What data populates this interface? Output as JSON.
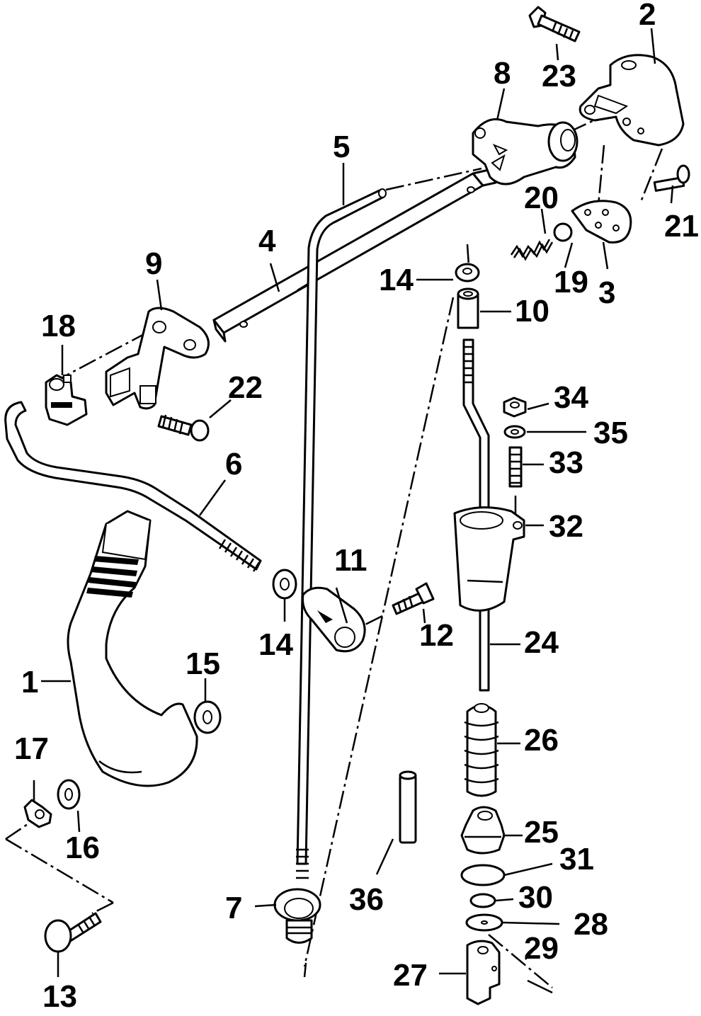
{
  "callouts": {
    "c1": "1",
    "c2": "2",
    "c3": "3",
    "c4": "4",
    "c5": "5",
    "c6": "6",
    "c7": "7",
    "c8": "8",
    "c9": "9",
    "c10": "10",
    "c11": "11",
    "c12": "12",
    "c13": "13",
    "c14a": "14",
    "c14b": "14",
    "c15": "15",
    "c16": "16",
    "c17": "17",
    "c18": "18",
    "c19": "19",
    "c20": "20",
    "c21": "21",
    "c22": "22",
    "c23": "23",
    "c24": "24",
    "c25": "25",
    "c26": "26",
    "c27": "27",
    "c28": "28",
    "c29": "29",
    "c30": "30",
    "c31": "31",
    "c32": "32",
    "c33": "33",
    "c34": "34",
    "c35": "35",
    "c36": "36"
  }
}
